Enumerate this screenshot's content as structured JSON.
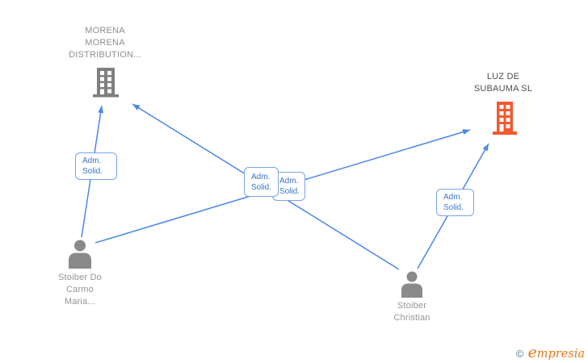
{
  "diagram": {
    "nodes": [
      {
        "id": "morena",
        "type": "company",
        "lines": [
          "MORENA",
          "MORENA",
          "DISTRIBUTION..."
        ]
      },
      {
        "id": "luz-de-subauma",
        "type": "company",
        "lines": [
          "LUZ DE",
          "SUBAUMA SL"
        ]
      },
      {
        "id": "stoiber-do-carmo",
        "type": "person",
        "lines": [
          "Stoiber Do",
          "Carmo",
          "Maria..."
        ]
      },
      {
        "id": "stoiber-christian",
        "type": "person",
        "lines": [
          "Stoiber",
          "Christian"
        ]
      }
    ],
    "edges": [
      {
        "from": "stoiber-do-carmo",
        "to": "morena",
        "label_line1": "Adm.",
        "label_line2": "Solid."
      },
      {
        "from": "stoiber-do-carmo",
        "to": "luz-de-subauma",
        "label_line1": "Adm.",
        "label_line2": "Solid."
      },
      {
        "from": "stoiber-christian",
        "to": "morena",
        "label_line1": "Adm.",
        "label_line2": "Solid."
      },
      {
        "from": "stoiber-christian",
        "to": "luz-de-subauma",
        "label_line1": "Adm.",
        "label_line2": "Solid."
      }
    ],
    "colors": {
      "edge": "#4a86e8",
      "company_default": "#7f7f7f",
      "company_highlight": "#f4582e",
      "person": "#8a8a8a",
      "label_border": "#78a4e6",
      "label_text": "#3c74c8"
    }
  },
  "watermark": {
    "symbol": "©",
    "brand_initial": "e",
    "brand_rest": "mpresia"
  }
}
